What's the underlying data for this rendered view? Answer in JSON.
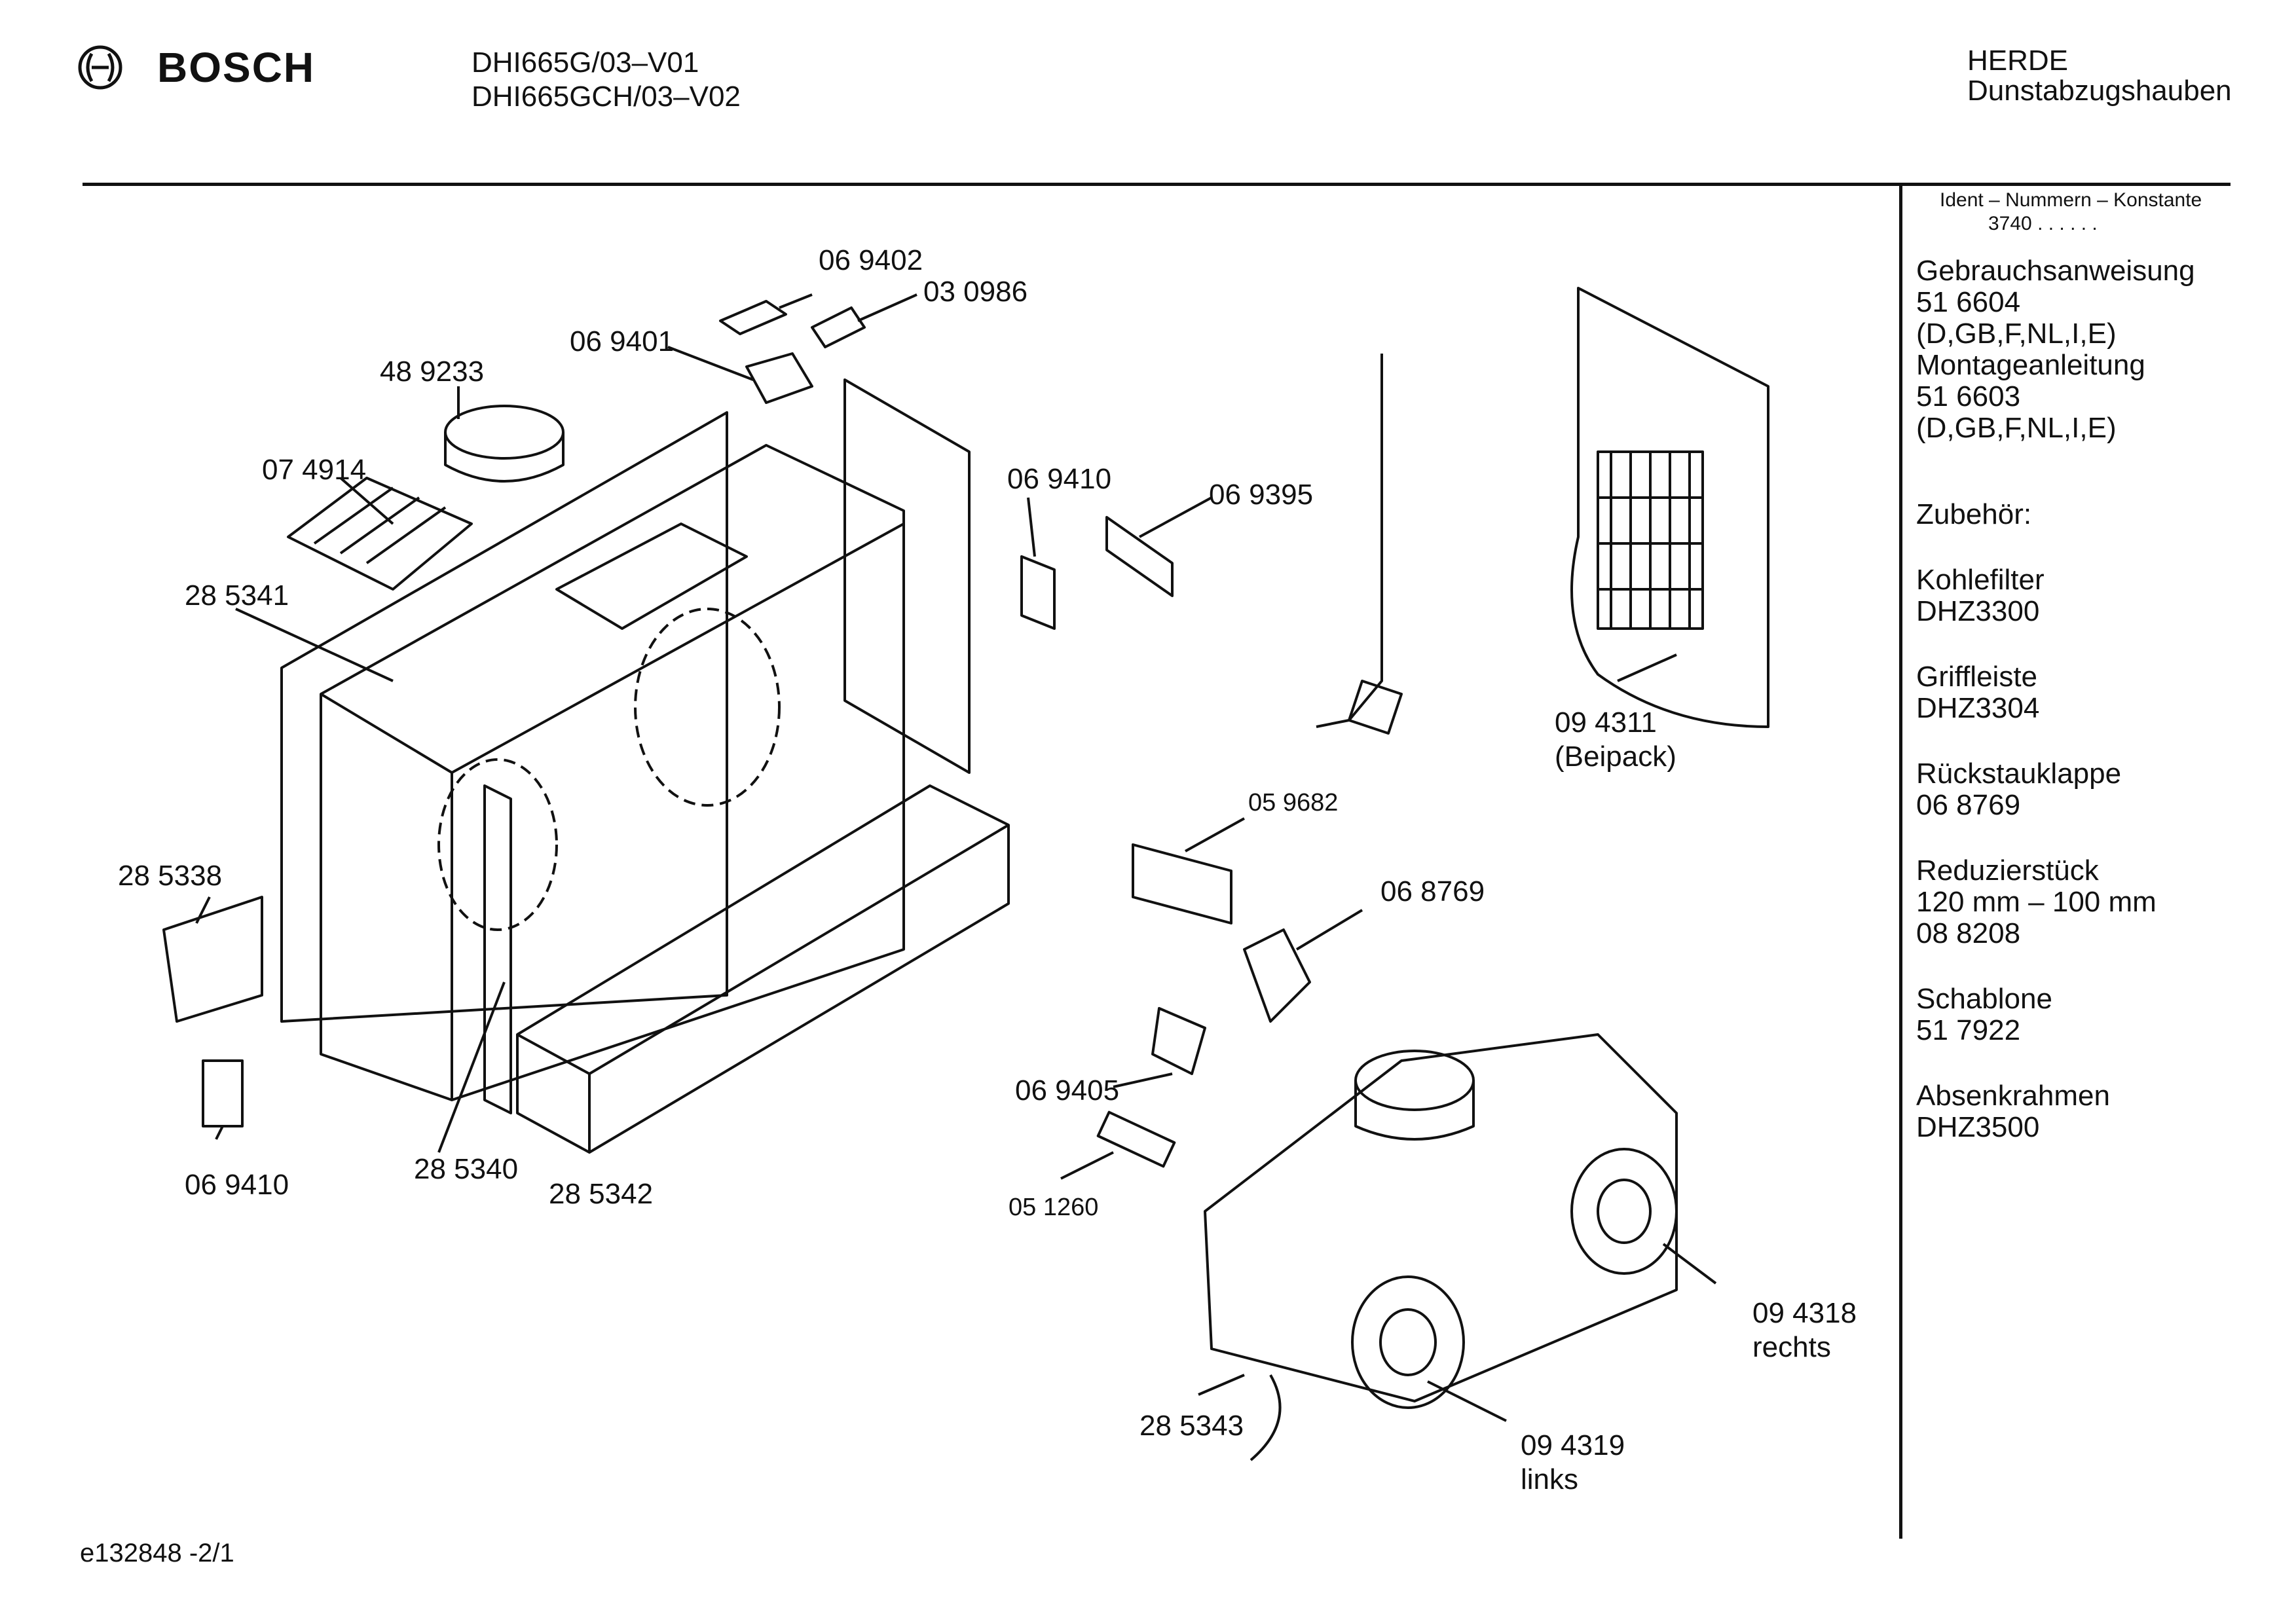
{
  "header": {
    "brand": "BOSCH",
    "models": [
      "DHI665G/03–V01",
      "DHI665GCH/03–V02"
    ],
    "category": [
      "HERDE",
      "Dunstabzugshauben"
    ]
  },
  "sidebar": {
    "ident_label": "Ident – Nummern – Konstante",
    "ident_value": "3740  .  .  .  .  .  .",
    "groups": [
      [
        "Gebrauchsanweisung",
        "51 6604",
        "(D,GB,F,NL,I,E)",
        "Montageanleitung",
        "51 6603",
        "(D,GB,F,NL,I,E)"
      ],
      [
        "Zubehör:"
      ],
      [
        "Kohlefilter",
        "DHZ3300"
      ],
      [
        "Griffleiste",
        "DHZ3304"
      ],
      [
        "Rückstauklappe",
        "06 8769"
      ],
      [
        "Reduzierstück",
        "120 mm – 100 mm",
        "08 8208"
      ],
      [
        "Schablone",
        "51 7922"
      ],
      [
        "Absenkrahmen",
        "DHZ3500"
      ]
    ]
  },
  "parts": {
    "p069402": "06 9402",
    "p030986": "03 0986",
    "p069401": "06 9401",
    "p489233": "48 9233",
    "p074914": "07 4914",
    "p069410a": "06 9410",
    "p069395": "06 9395",
    "p285341": "28 5341",
    "p094311": "09 4311",
    "beipack": "(Beipack)",
    "p059682": "05 9682",
    "p285338": "28 5338",
    "p068769": "06 8769",
    "p069405": "06 9405",
    "p069410b": "06 9410",
    "p285340": "28 5340",
    "p285342": "28 5342",
    "p051260": "05 1260",
    "p094318": "09 4318",
    "rechts": "rechts",
    "p285343": "28 5343",
    "p094319": "09 4319",
    "links": "links"
  },
  "footer": {
    "code": "e132848 -2/1"
  }
}
